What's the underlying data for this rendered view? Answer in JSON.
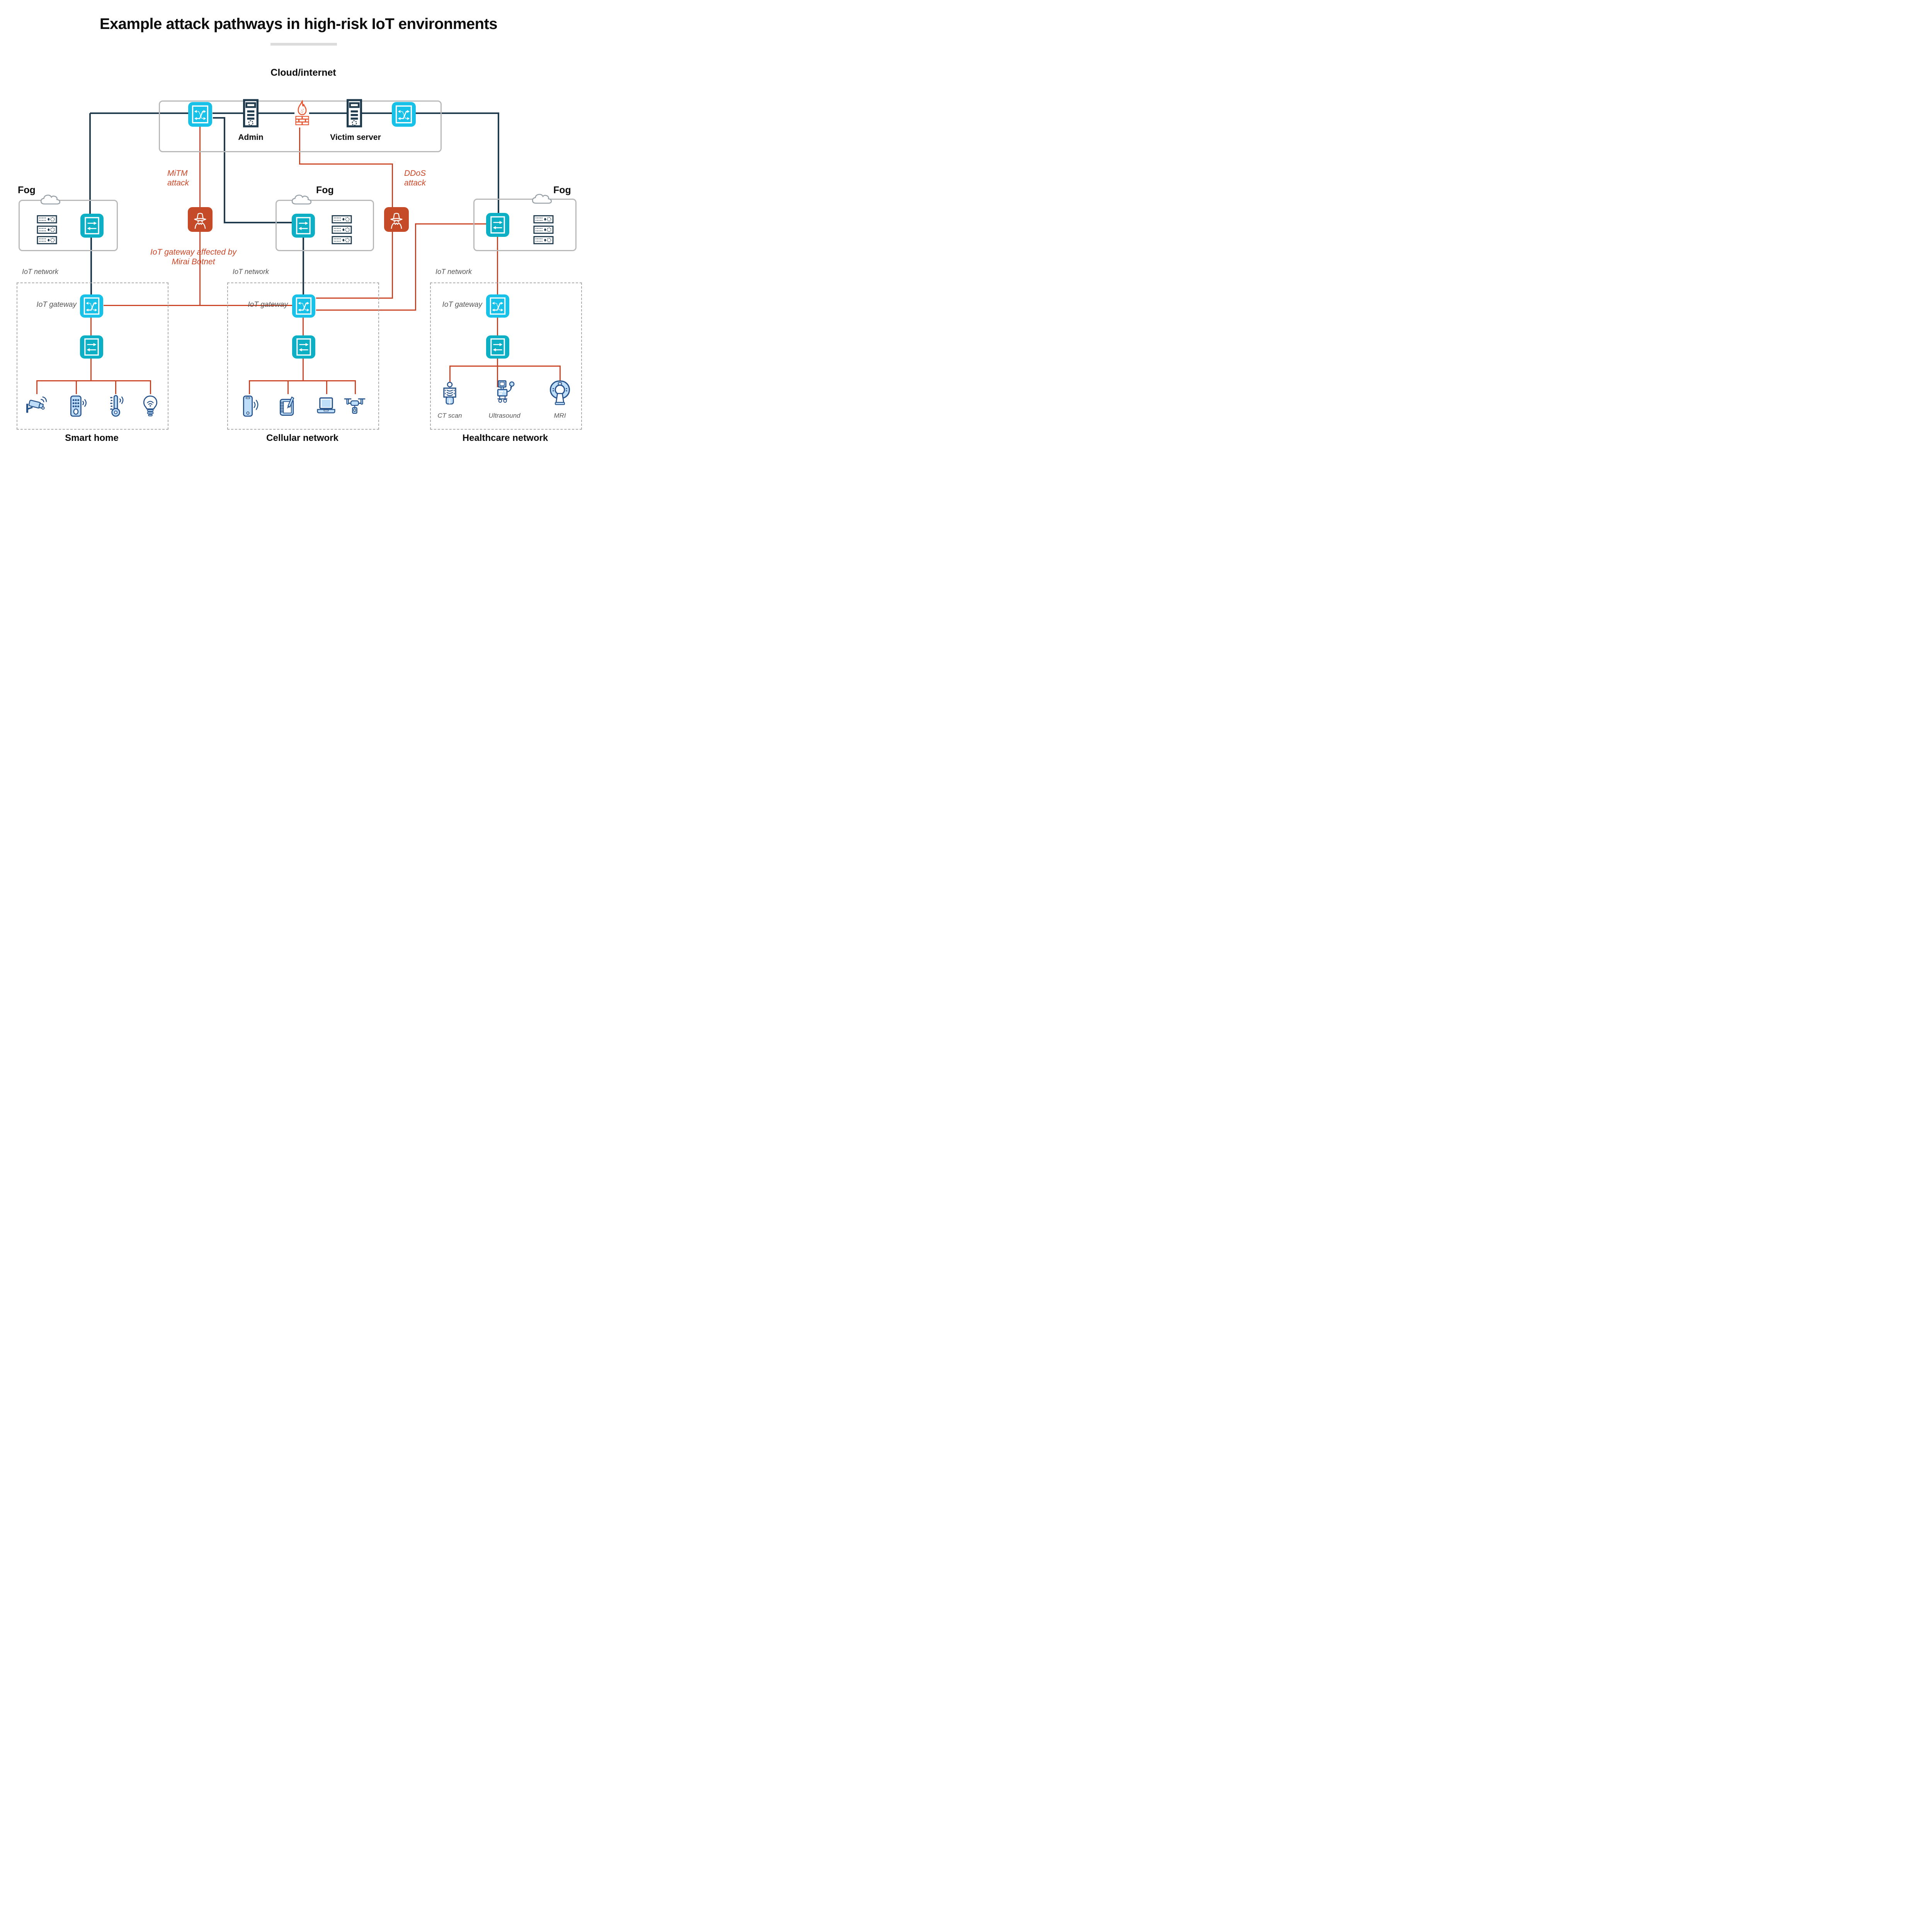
{
  "title": "Example attack pathways in high-risk IoT environments",
  "cloud": {
    "label": "Cloud/internet",
    "admin": "Admin",
    "victim": "Victim server"
  },
  "attack_labels": {
    "mitm": "MiTM attack",
    "ddos": "DDoS attack",
    "mirai": "IoT gateway affected by Mirai Botnet"
  },
  "fog": {
    "label": "Fog"
  },
  "iot": {
    "network_label": "IoT network",
    "gateway_label": "IoT gateway"
  },
  "networks": [
    {
      "name": "Smart home",
      "devices": [
        {
          "icon": "camera"
        },
        {
          "icon": "remote"
        },
        {
          "icon": "thermometer"
        },
        {
          "icon": "bulb"
        }
      ]
    },
    {
      "name": "Cellular network",
      "devices": [
        {
          "icon": "phone"
        },
        {
          "icon": "tablet"
        },
        {
          "icon": "laptop"
        },
        {
          "icon": "drone"
        }
      ]
    },
    {
      "name": "Healthcare network",
      "devices": [
        {
          "icon": "ct-scan",
          "label": "CT scan"
        },
        {
          "icon": "ultrasound",
          "label": "Ultrasound"
        },
        {
          "icon": "mri",
          "label": "MRI"
        }
      ]
    }
  ],
  "colors": {
    "accent_red": "#cb4627",
    "router_cyan": "#18c1e8",
    "switch_teal": "#0cafc4",
    "line_navy": "#1f3b4d",
    "device_fill": "#bdddf9",
    "device_outline": "#27538c",
    "flame_orange": "#e55631"
  }
}
